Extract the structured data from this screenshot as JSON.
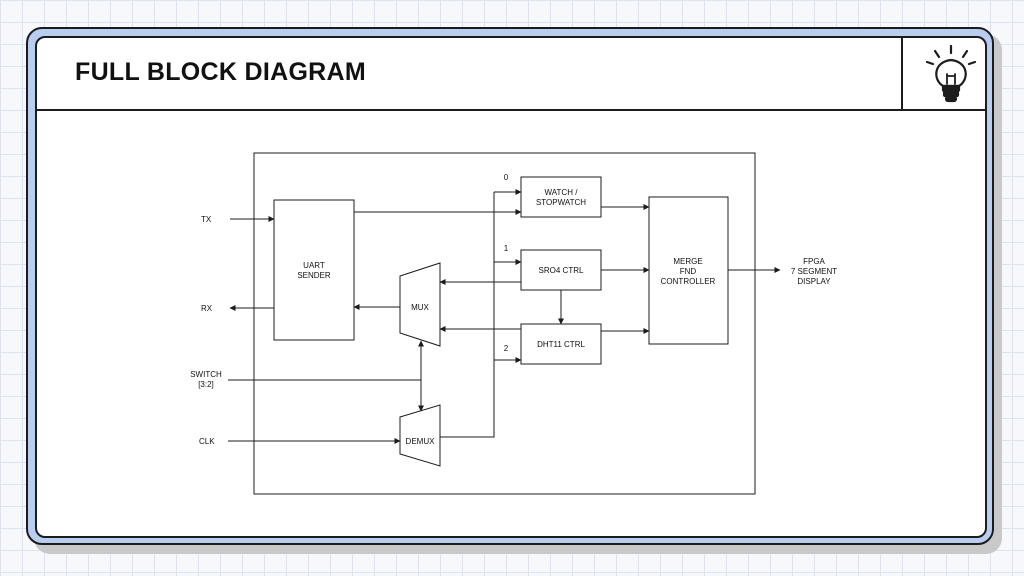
{
  "slide": {
    "title": "FULL BLOCK DIAGRAM",
    "icon": "lightbulb-icon"
  },
  "diagram": {
    "inputs": {
      "tx": "TX",
      "rx": "RX",
      "switch_line1": "SWITCH",
      "switch_line2": "[3:2]",
      "clk": "CLK"
    },
    "blocks": {
      "uart_line1": "UART",
      "uart_line2": "SENDER",
      "mux": "MUX",
      "demux": "DEMUX",
      "watch_line1": "WATCH /",
      "watch_line2": "STOPWATCH",
      "sr04": "SRO4 CTRL",
      "dht11": "DHT11 CTRL",
      "merge_line1": "MERGE",
      "merge_line2": "FND",
      "merge_line3": "CONTROLLER"
    },
    "select_indices": {
      "s0": "0",
      "s1": "1",
      "s2": "2"
    },
    "output": {
      "line1": "FPGA",
      "line2": "7 SEGMENT",
      "line3": "DISPLAY"
    }
  },
  "colors": {
    "frame": "#b8cdef",
    "line": "#1c1c1c",
    "grid": "#dde3ef"
  }
}
